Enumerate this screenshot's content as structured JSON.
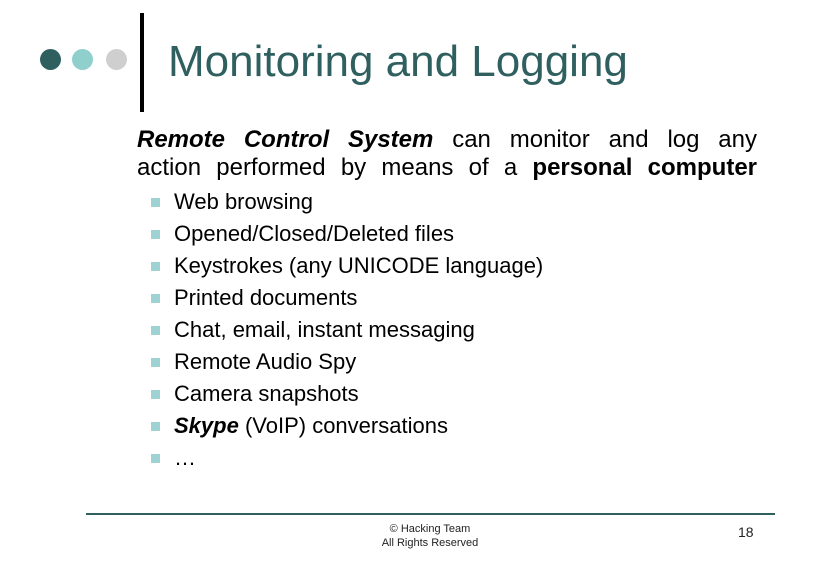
{
  "slide": {
    "title": "Monitoring and Logging",
    "intro": {
      "line1_bold_italic": "Remote Control System",
      "line1_rest": "can monitor and log any",
      "line2_rest": "action performed by means of a",
      "line2_bold": "personal computer"
    },
    "bullets": [
      "Web browsing",
      "Opened/Closed/Deleted files",
      "Keystrokes (any UNICODE language)",
      "Printed documents",
      "Chat, email, instant messaging",
      "Remote Audio Spy",
      "Camera snapshots",
      "(VoIP) conversations",
      "…"
    ],
    "bullet_8_prefix": "Skype",
    "footer": {
      "line1": "© Hacking Team",
      "line2": "All Rights Reserved"
    },
    "page_number": "18"
  },
  "colors": {
    "title": "#2f5f5f",
    "dot_dark": "#2f5f5f",
    "dot_light": "#8fcfcc",
    "dot_gray": "#cfcfcf",
    "bullet": "#9fd3d3"
  }
}
